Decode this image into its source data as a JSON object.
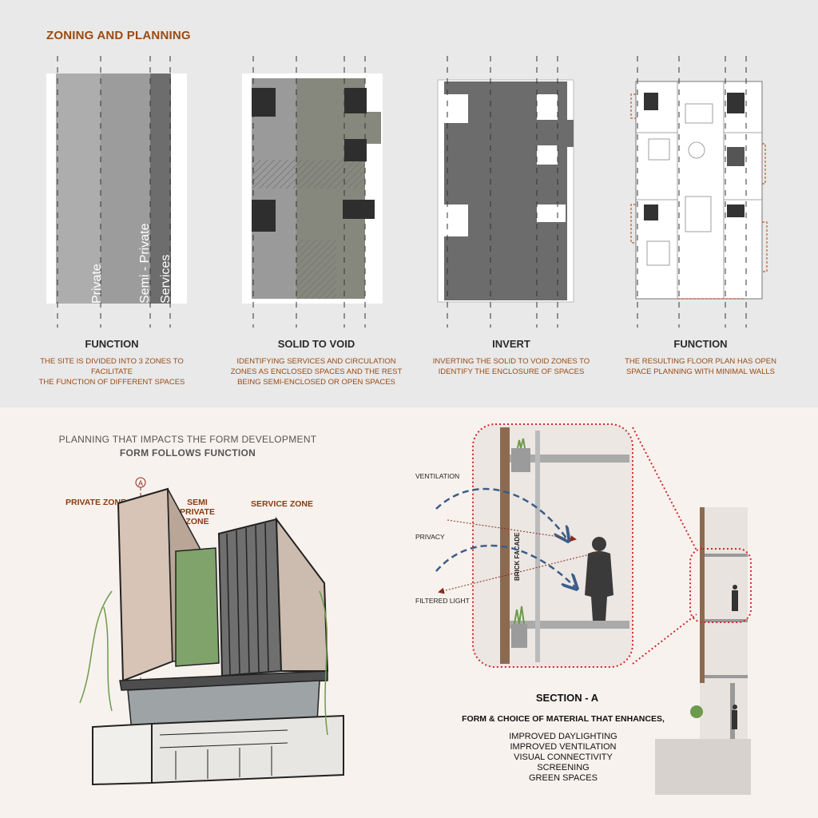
{
  "heading": "ZONING AND PLANNING",
  "panels": [
    {
      "title": "FUNCTION",
      "desc": [
        "THE SITE IS DIVIDED INTO 3 ZONES TO",
        "FACILITATE",
        "THE FUNCTION OF DIFFERENT SPACES"
      ],
      "zone_labels": [
        "Private",
        "Semi - Private",
        "Services"
      ]
    },
    {
      "title": "SOLID TO VOID",
      "desc": [
        "IDENTIFYING SERVICES AND CIRCULATION",
        "ZONES AS ENCLOSED SPACES AND THE REST",
        "BEING SEMI-ENCLOSED OR OPEN SPACES"
      ]
    },
    {
      "title": "INVERT",
      "desc": [
        "INVERTING THE SOLID TO VOID ZONES TO",
        "IDENTIFY THE ENCLOSURE OF SPACES"
      ]
    },
    {
      "title": "FUNCTION",
      "desc": [
        "THE RESULTING FLOOR PLAN HAS OPEN",
        "SPACE PLANNING WITH MINIMAL WALLS"
      ]
    }
  ],
  "sketch": {
    "subtitle": "PLANNING THAT IMPACTS THE FORM DEVELOPMENT",
    "subtitle2": "FORM FOLLOWS FUNCTION",
    "section_marker": "A",
    "zones": [
      "PRIVATE ZONE",
      "SEMI",
      "PRIVATE",
      "ZONE",
      "SERVICE ZONE"
    ]
  },
  "section": {
    "labels": {
      "ventilation": "VENTILATION",
      "privacy": "PRIVACY",
      "filtered_light": "FILTERED LIGHT",
      "facade": "BRICK FACADE"
    },
    "title": "SECTION - A",
    "subtitle": "FORM & CHOICE OF MATERIAL THAT ENHANCES,",
    "benefits": [
      "IMPROVED DAYLIGHTING",
      "IMPROVED VENTILATION",
      "VISUAL CONNECTIVITY",
      "SCREENING",
      "GREEN SPACES"
    ]
  },
  "colors": {
    "accent": "#9a4a12",
    "zone_private": "#a9a9a9",
    "zone_semi": "#9a9a9a",
    "zone_service": "#6d6d6d",
    "callout": "#d0282e",
    "flow": "#3b5d8a"
  }
}
